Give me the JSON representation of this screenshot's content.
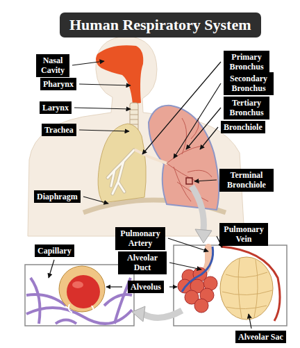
{
  "diagram": {
    "title": "Human Respiratory System",
    "nodes": [
      {
        "text": [
          "Nasal Cavity"
        ]
      },
      {
        "text": [
          "Primary Bronchus"
        ]
      },
      {
        "text": [
          "Pharynx"
        ]
      },
      {
        "text": [
          "Secondary Bronchus"
        ]
      },
      {
        "text": [
          "Larynx"
        ]
      },
      {
        "text": [
          "Tertiary Bronchus"
        ]
      },
      {
        "text": [
          "Trachea"
        ]
      },
      {
        "text": [
          "Bronchiole"
        ]
      },
      {
        "text": [
          "Terminal Bronchiole"
        ]
      },
      {
        "text": [
          "Diaphragm"
        ]
      },
      {
        "text": [
          "Pulmonary Artery"
        ]
      },
      {
        "text": [
          "Pulmonary Vein"
        ]
      },
      {
        "text": [
          "Capillary"
        ]
      },
      {
        "text": [
          "Alveolar Duct"
        ]
      },
      {
        "text": [
          "Alveolus"
        ]
      },
      {
        "text": [
          "Alveolar Sac"
        ]
      }
    ]
  }
}
